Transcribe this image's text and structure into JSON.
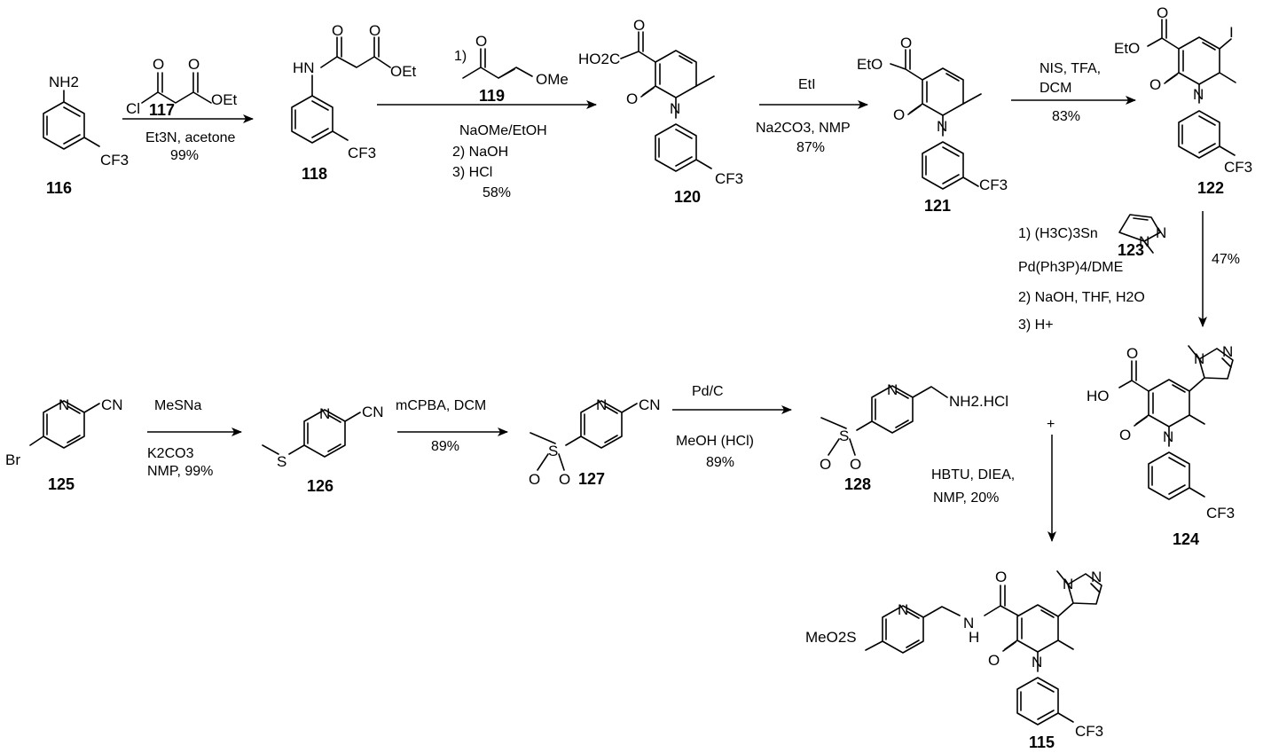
{
  "compounds": [
    {
      "id": "116"
    },
    {
      "id": "117"
    },
    {
      "id": "118"
    },
    {
      "id": "119"
    },
    {
      "id": "120"
    },
    {
      "id": "121"
    },
    {
      "id": "122"
    },
    {
      "id": "123"
    },
    {
      "id": "124"
    },
    {
      "id": "125"
    },
    {
      "id": "126"
    },
    {
      "id": "127"
    },
    {
      "id": "128"
    },
    {
      "id": "115"
    }
  ],
  "steps": {
    "s1": {
      "line1": "Et3N, acetone",
      "line2": "99%"
    },
    "s2": {
      "line1": "1)",
      "line2": "NaOMe/EtOH",
      "line3": "2) NaOH",
      "line4": "3) HCl",
      "line5": "58%"
    },
    "s3": {
      "line1": "EtI",
      "line2": "Na2CO3, NMP",
      "line3": "87%"
    },
    "s4": {
      "line1": "NIS, TFA,",
      "line2": "DCM",
      "line3": "83%"
    },
    "s5": {
      "line1": "1) (H3C)3Sn",
      "line2": "Pd(Ph3P)4/DME",
      "line3": "2) NaOH, THF, H2O",
      "line4": "3) H+",
      "yield": "47%"
    },
    "s6": {
      "line1": "MeSNa",
      "line2": "K2CO3",
      "line3": "NMP, 99%"
    },
    "s7": {
      "line1": "mCPBA, DCM",
      "line2": "89%"
    },
    "s8": {
      "line1": "Pd/C",
      "line2": "MeOH (HCl)",
      "line3": "89%"
    },
    "s9": {
      "line1": "HBTU, DIEA,",
      "line2": "NMP, 20%",
      "plus": "+"
    }
  },
  "labels": {
    "nh2": "NH2",
    "cf3": "CF3",
    "cl": "Cl",
    "o": "O",
    "oet": "OEt",
    "hn": "HN",
    "ome": "OMe",
    "ho2c": "HO2C",
    "n": "N",
    "eto": "EtO",
    "i": "I",
    "br": "Br",
    "cn": "CN",
    "s": "S",
    "nh2hcl": "NH2.HCl",
    "ho": "HO",
    "h": "H",
    "meo2s": "MeO2S"
  }
}
